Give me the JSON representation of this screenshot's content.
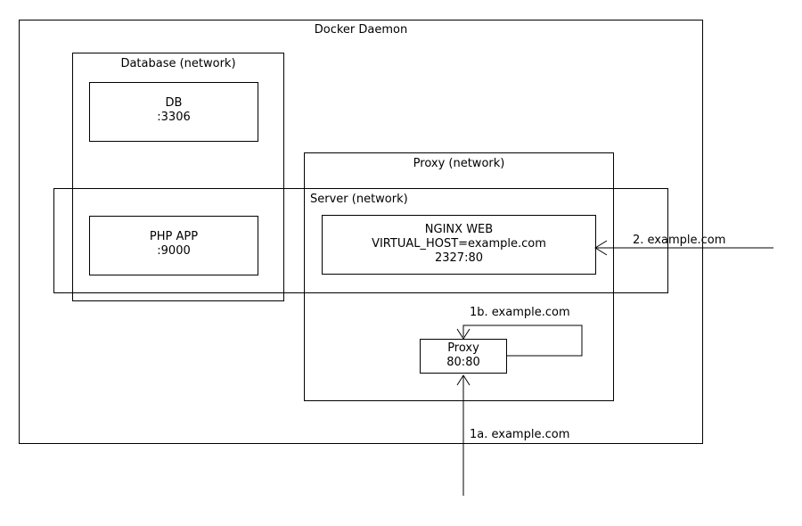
{
  "diagram": {
    "title": "Docker Daemon",
    "networks": [
      {
        "id": "database",
        "title": "Database (network)"
      },
      {
        "id": "server",
        "title": "Server (network)"
      },
      {
        "id": "proxy",
        "title": "Proxy (network)"
      }
    ],
    "nodes": [
      {
        "id": "db",
        "line1": "DB",
        "line2": ":3306"
      },
      {
        "id": "php-app",
        "line1": "PHP APP",
        "line2": ":9000"
      },
      {
        "id": "nginx-web",
        "line1": "NGINX WEB",
        "line2": "VIRTUAL_HOST=example.com",
        "line3": "2327:80"
      },
      {
        "id": "proxy-container",
        "line1": "Proxy",
        "line2": "80:80"
      }
    ],
    "flows": [
      {
        "id": "flow-1a",
        "label": "1a. example.com"
      },
      {
        "id": "flow-1b",
        "label": "1b. example.com"
      },
      {
        "id": "flow-2",
        "label": "2. example.com"
      }
    ]
  },
  "colors": {
    "stroke": "#000000",
    "background": "#ffffff"
  }
}
